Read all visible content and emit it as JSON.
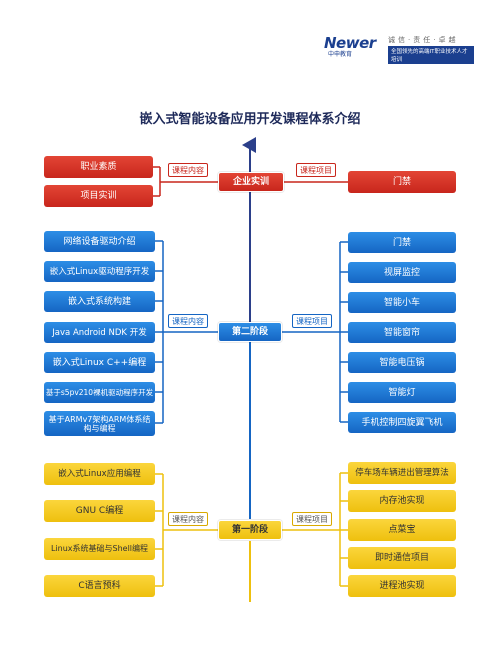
{
  "logo": {
    "brand": "Newer",
    "brand_sub": "中申教育",
    "slogan": "诚信·责任·卓越",
    "tagline": "全国领先的高端IT职业技术人才培训"
  },
  "title": "嵌入式智能设备应用开发课程体系介绍",
  "colors": {
    "red": "#c8261c",
    "blue": "#1565c3",
    "gold": "#eec00e"
  },
  "stages": {
    "enterprise": {
      "hub": "企业实训",
      "left_tag": "课程内容",
      "right_tag": "课程项目",
      "left_items": [
        "职业素质",
        "项目实训"
      ],
      "right_items": [
        "门禁"
      ]
    },
    "stage2": {
      "hub": "第二阶段",
      "left_tag": "课程内容",
      "right_tag": "课程项目",
      "left_items": [
        "网络设备驱动介绍",
        "嵌入式Linux驱动程序开发",
        "嵌入式系统构建",
        "Java Android NDK 开发",
        "嵌入式Linux C++编程",
        "基于s5pv210裸机驱动程序开发",
        "基于ARMv7架构ARM体系结构与编程"
      ],
      "right_items": [
        "门禁",
        "视屏监控",
        "智能小车",
        "智能窗帘",
        "智能电压锅",
        "智能灯",
        "手机控制四旋翼飞机"
      ]
    },
    "stage1": {
      "hub": "第一阶段",
      "left_tag": "课程内容",
      "right_tag": "课程项目",
      "left_items": [
        "嵌入式Linux应用编程",
        "GNU C编程",
        "Linux系统基础与Shell编程",
        "C语言预科"
      ],
      "right_items": [
        "停车场车辆进出管理算法",
        "内存池实现",
        "点菜宝",
        "即时通信项目",
        "进程池实现"
      ]
    }
  }
}
